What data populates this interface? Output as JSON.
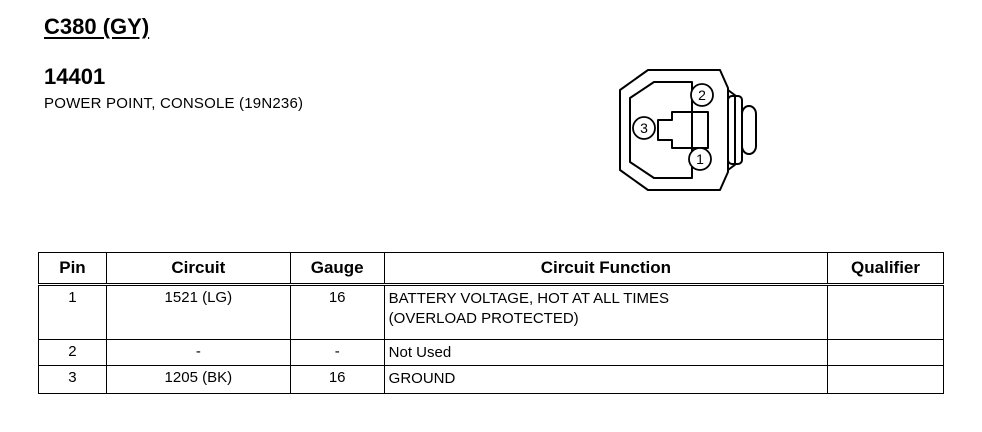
{
  "header": {
    "connector_id": "C380 (GY)",
    "part_number": "14401",
    "description": "POWER POINT, CONSOLE (19N236)"
  },
  "diagram": {
    "pin_labels": [
      "2",
      "3",
      "1"
    ]
  },
  "table": {
    "columns": [
      "Pin",
      "Circuit",
      "Gauge",
      "Circuit Function",
      "Qualifier"
    ],
    "rows": [
      {
        "pin": "1",
        "circuit": "1521 (LG)",
        "gauge": "16",
        "function_line1": "BATTERY VOLTAGE, HOT AT ALL TIMES",
        "function_line2": "(OVERLOAD PROTECTED)",
        "qualifier": ""
      },
      {
        "pin": "2",
        "circuit": "-",
        "gauge": "-",
        "function_line1": "Not Used",
        "function_line2": "",
        "qualifier": ""
      },
      {
        "pin": "3",
        "circuit": "1205 (BK)",
        "gauge": "16",
        "function_line1": "GROUND",
        "function_line2": "",
        "qualifier": ""
      }
    ]
  }
}
